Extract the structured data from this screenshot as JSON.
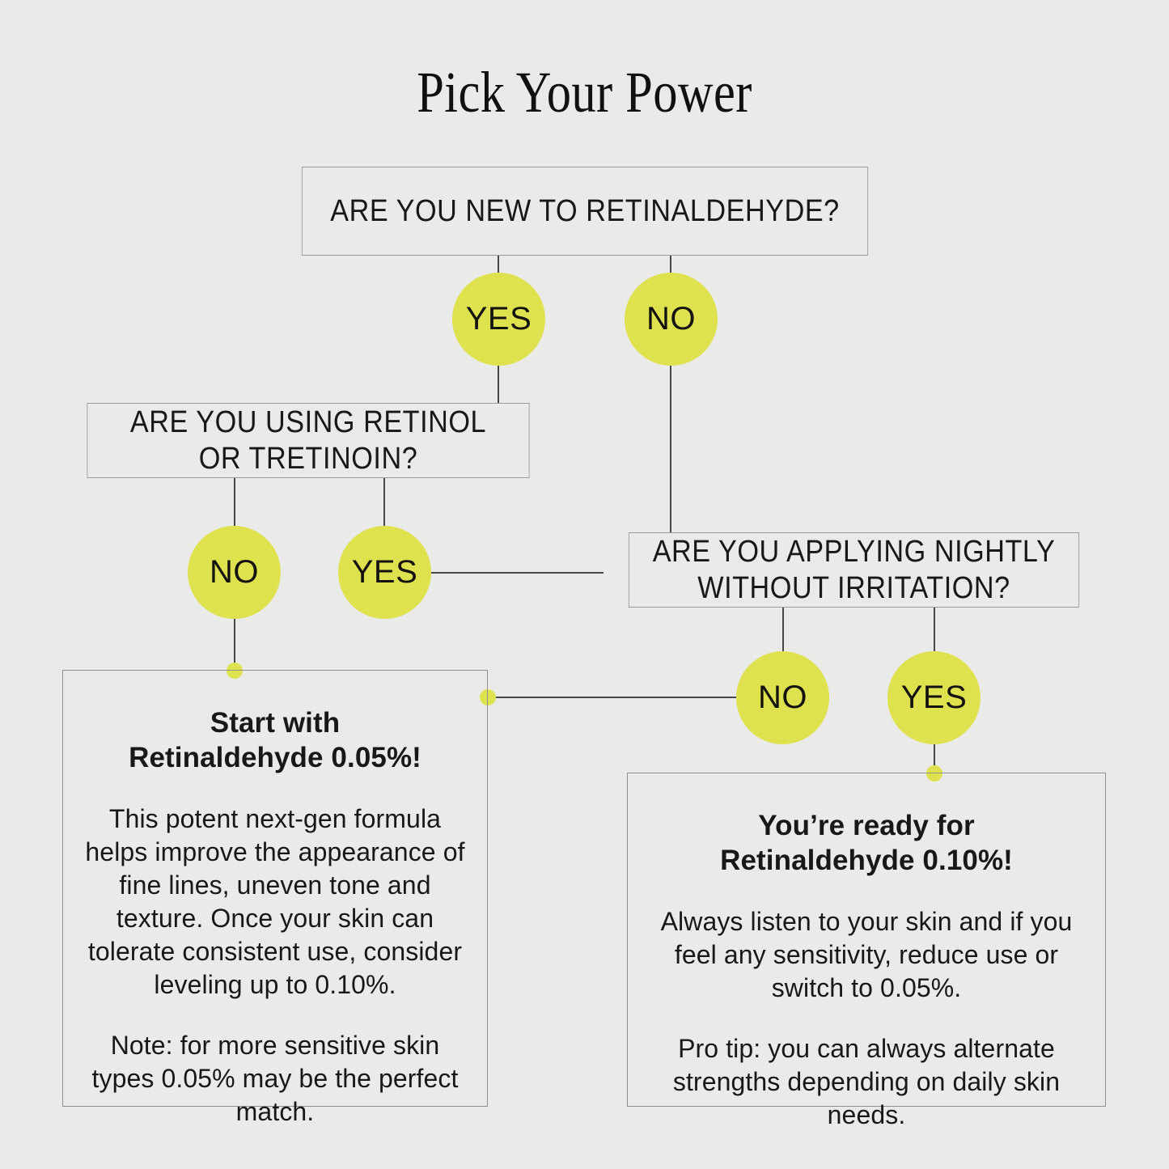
{
  "page": {
    "title": "Pick Your Power",
    "background_color": "#eaeae8",
    "accent_color": "#dfe24f",
    "text_color": "#1a1817"
  },
  "flowchart": {
    "questions": [
      {
        "id": "new-to-retinaldehyde",
        "text": "ARE YOU NEW TO RETINALDEHYDE?"
      },
      {
        "id": "using-retinol",
        "line1": "ARE YOU USING RETINOL",
        "line2": "OR TRETINOIN?"
      },
      {
        "id": "applying-nightly",
        "line1": "ARE YOU APPLYING NIGHTLY",
        "line2": "WITHOUT IRRITATION?"
      }
    ],
    "answers": {
      "new_yes": "YES",
      "new_no": "NO",
      "retinol_no": "NO",
      "retinol_yes": "YES",
      "nightly_no": "NO",
      "nightly_yes": "YES"
    },
    "results": [
      {
        "id": "start-005",
        "heading_line1": "Start with",
        "heading_line2": "Retinaldehyde 0.05%!",
        "paragraph1": "This potent next-gen formula helps improve the appearance of fine lines, uneven tone and texture. Once your skin can tolerate consistent use, consider leveling up to 0.10%.",
        "paragraph2": "Note: for more sensitive skin types 0.05% may be the perfect match."
      },
      {
        "id": "ready-010",
        "heading_line1": "You’re ready for",
        "heading_line2": "Retinaldehyde 0.10%!",
        "paragraph1": "Always listen to your skin and if you feel any sensitivity, reduce use or switch to 0.05%.",
        "paragraph2": "Pro tip: you can always alternate strengths depending on daily skin needs."
      }
    ]
  }
}
